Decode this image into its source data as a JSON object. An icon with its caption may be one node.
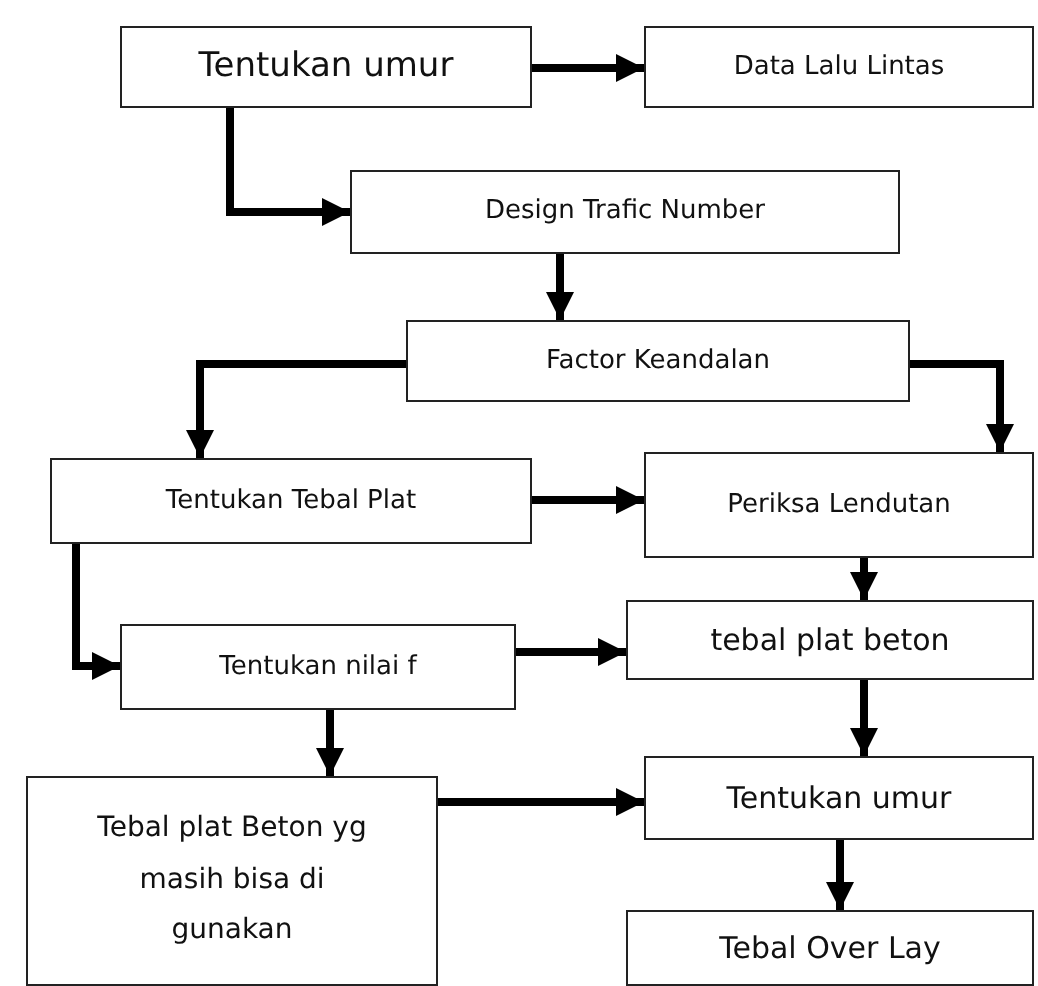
{
  "diagram": {
    "nodes": [
      {
        "text": [
          "Tentukan umur"
        ]
      },
      {
        "text": [
          "Data Lalu Lintas"
        ]
      },
      {
        "text": [
          "Design Trafic Number"
        ]
      },
      {
        "text": [
          "Factor Keandalan"
        ]
      },
      {
        "text": [
          "Tentukan Tebal Plat"
        ]
      },
      {
        "text": [
          "Periksa Lendutan"
        ]
      },
      {
        "text": [
          "Tentukan nilai f"
        ]
      },
      {
        "text": [
          "tebal plat beton"
        ]
      },
      {
        "text": [
          "Tebal plat Beton yg masih bisa di gunakan"
        ]
      },
      {
        "text": [
          "Tentukan umur"
        ]
      },
      {
        "text": [
          "Tebal Over Lay"
        ]
      }
    ],
    "edges": [
      {
        "from": 0,
        "to": 1,
        "arrow": "to"
      },
      {
        "from": 0,
        "to": 2,
        "arrow": "to"
      },
      {
        "from": 2,
        "to": 3,
        "arrow": "to"
      },
      {
        "from": 3,
        "to": 4,
        "arrow": "to"
      },
      {
        "from": 3,
        "to": 5,
        "arrow": "to"
      },
      {
        "from": 4,
        "to": 5,
        "arrow": "to"
      },
      {
        "from": 4,
        "to": 6,
        "arrow": "to"
      },
      {
        "from": 6,
        "to": 7,
        "arrow": "to"
      },
      {
        "from": 5,
        "to": 7,
        "arrow": "to"
      },
      {
        "from": 6,
        "to": 8,
        "arrow": "to"
      },
      {
        "from": 7,
        "to": 9,
        "arrow": "to"
      },
      {
        "from": 8,
        "to": 9,
        "arrow": "to"
      },
      {
        "from": 9,
        "to": 10,
        "arrow": "to"
      }
    ]
  }
}
